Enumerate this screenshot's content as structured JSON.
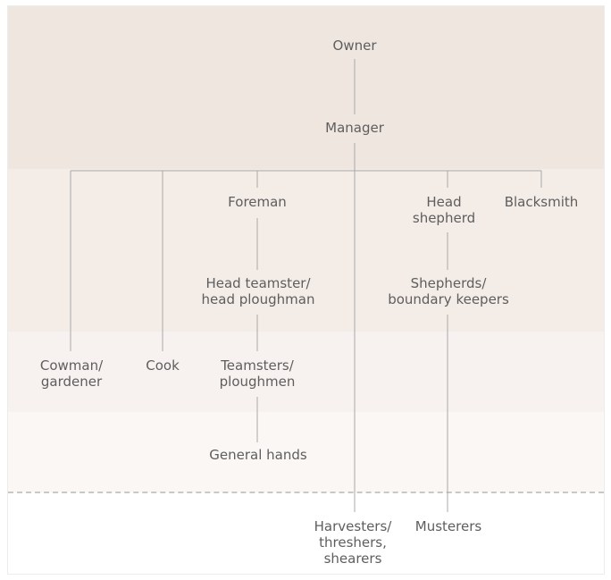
{
  "diagram": {
    "nodes": {
      "owner": "Owner",
      "manager": "Manager",
      "foreman": "Foreman",
      "head_shepherd": "Head\nshepherd",
      "blacksmith": "Blacksmith",
      "head_teamster": "Head teamster/\nhead ploughman",
      "shepherds": "Shepherds/\nboundary keepers",
      "cowman": "Cowman/\ngardener",
      "cook": "Cook",
      "teamsters": "Teamsters/\nploughmen",
      "general_hands": "General hands",
      "harvesters": "Harvesters/\nthreshers,\nshearers",
      "musterers": "Musterers"
    }
  }
}
